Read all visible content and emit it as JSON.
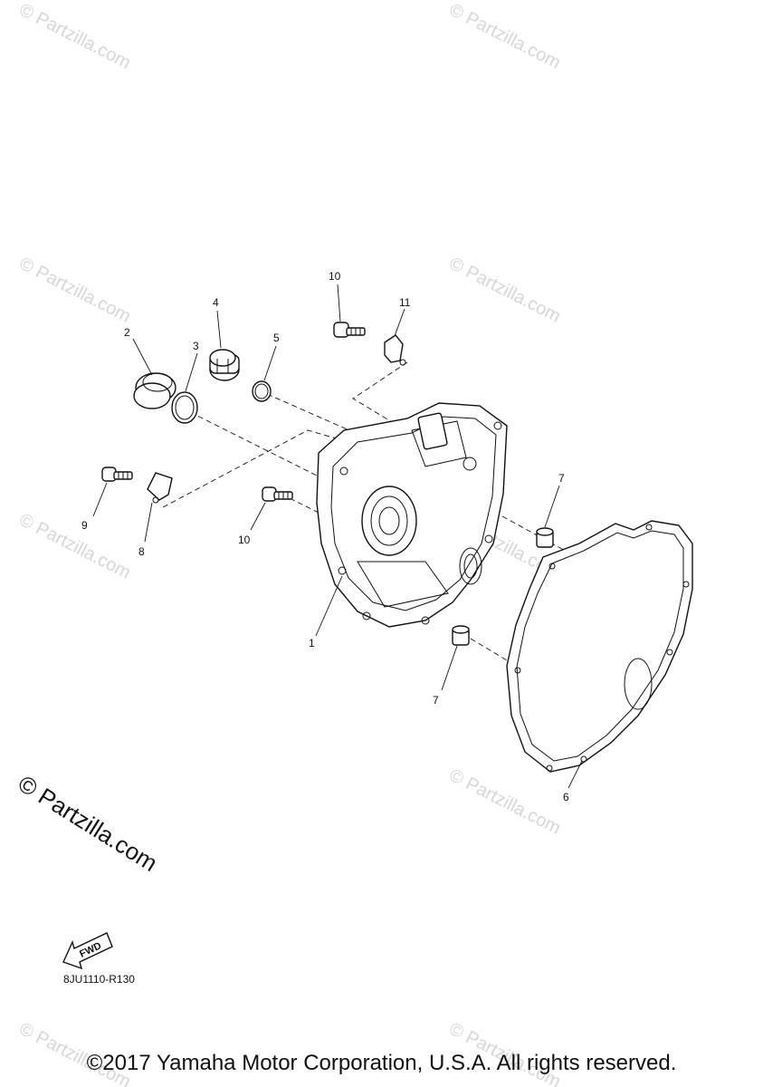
{
  "watermark": "© Partzilla.com",
  "watermark_large": "© Partzilla.com",
  "diagram_code": "8JU1110-R130",
  "fwd_label": "FWD",
  "copyright": "©2017 Yamaha Motor Corporation, U.S.A. All rights reserved.",
  "callouts": {
    "c1": "1",
    "c2": "2",
    "c3": "3",
    "c4": "4",
    "c5": "5",
    "c6": "6",
    "c7a": "7",
    "c7b": "7",
    "c8": "8",
    "c9": "9",
    "c10a": "10",
    "c10b": "10",
    "c11": "11"
  }
}
